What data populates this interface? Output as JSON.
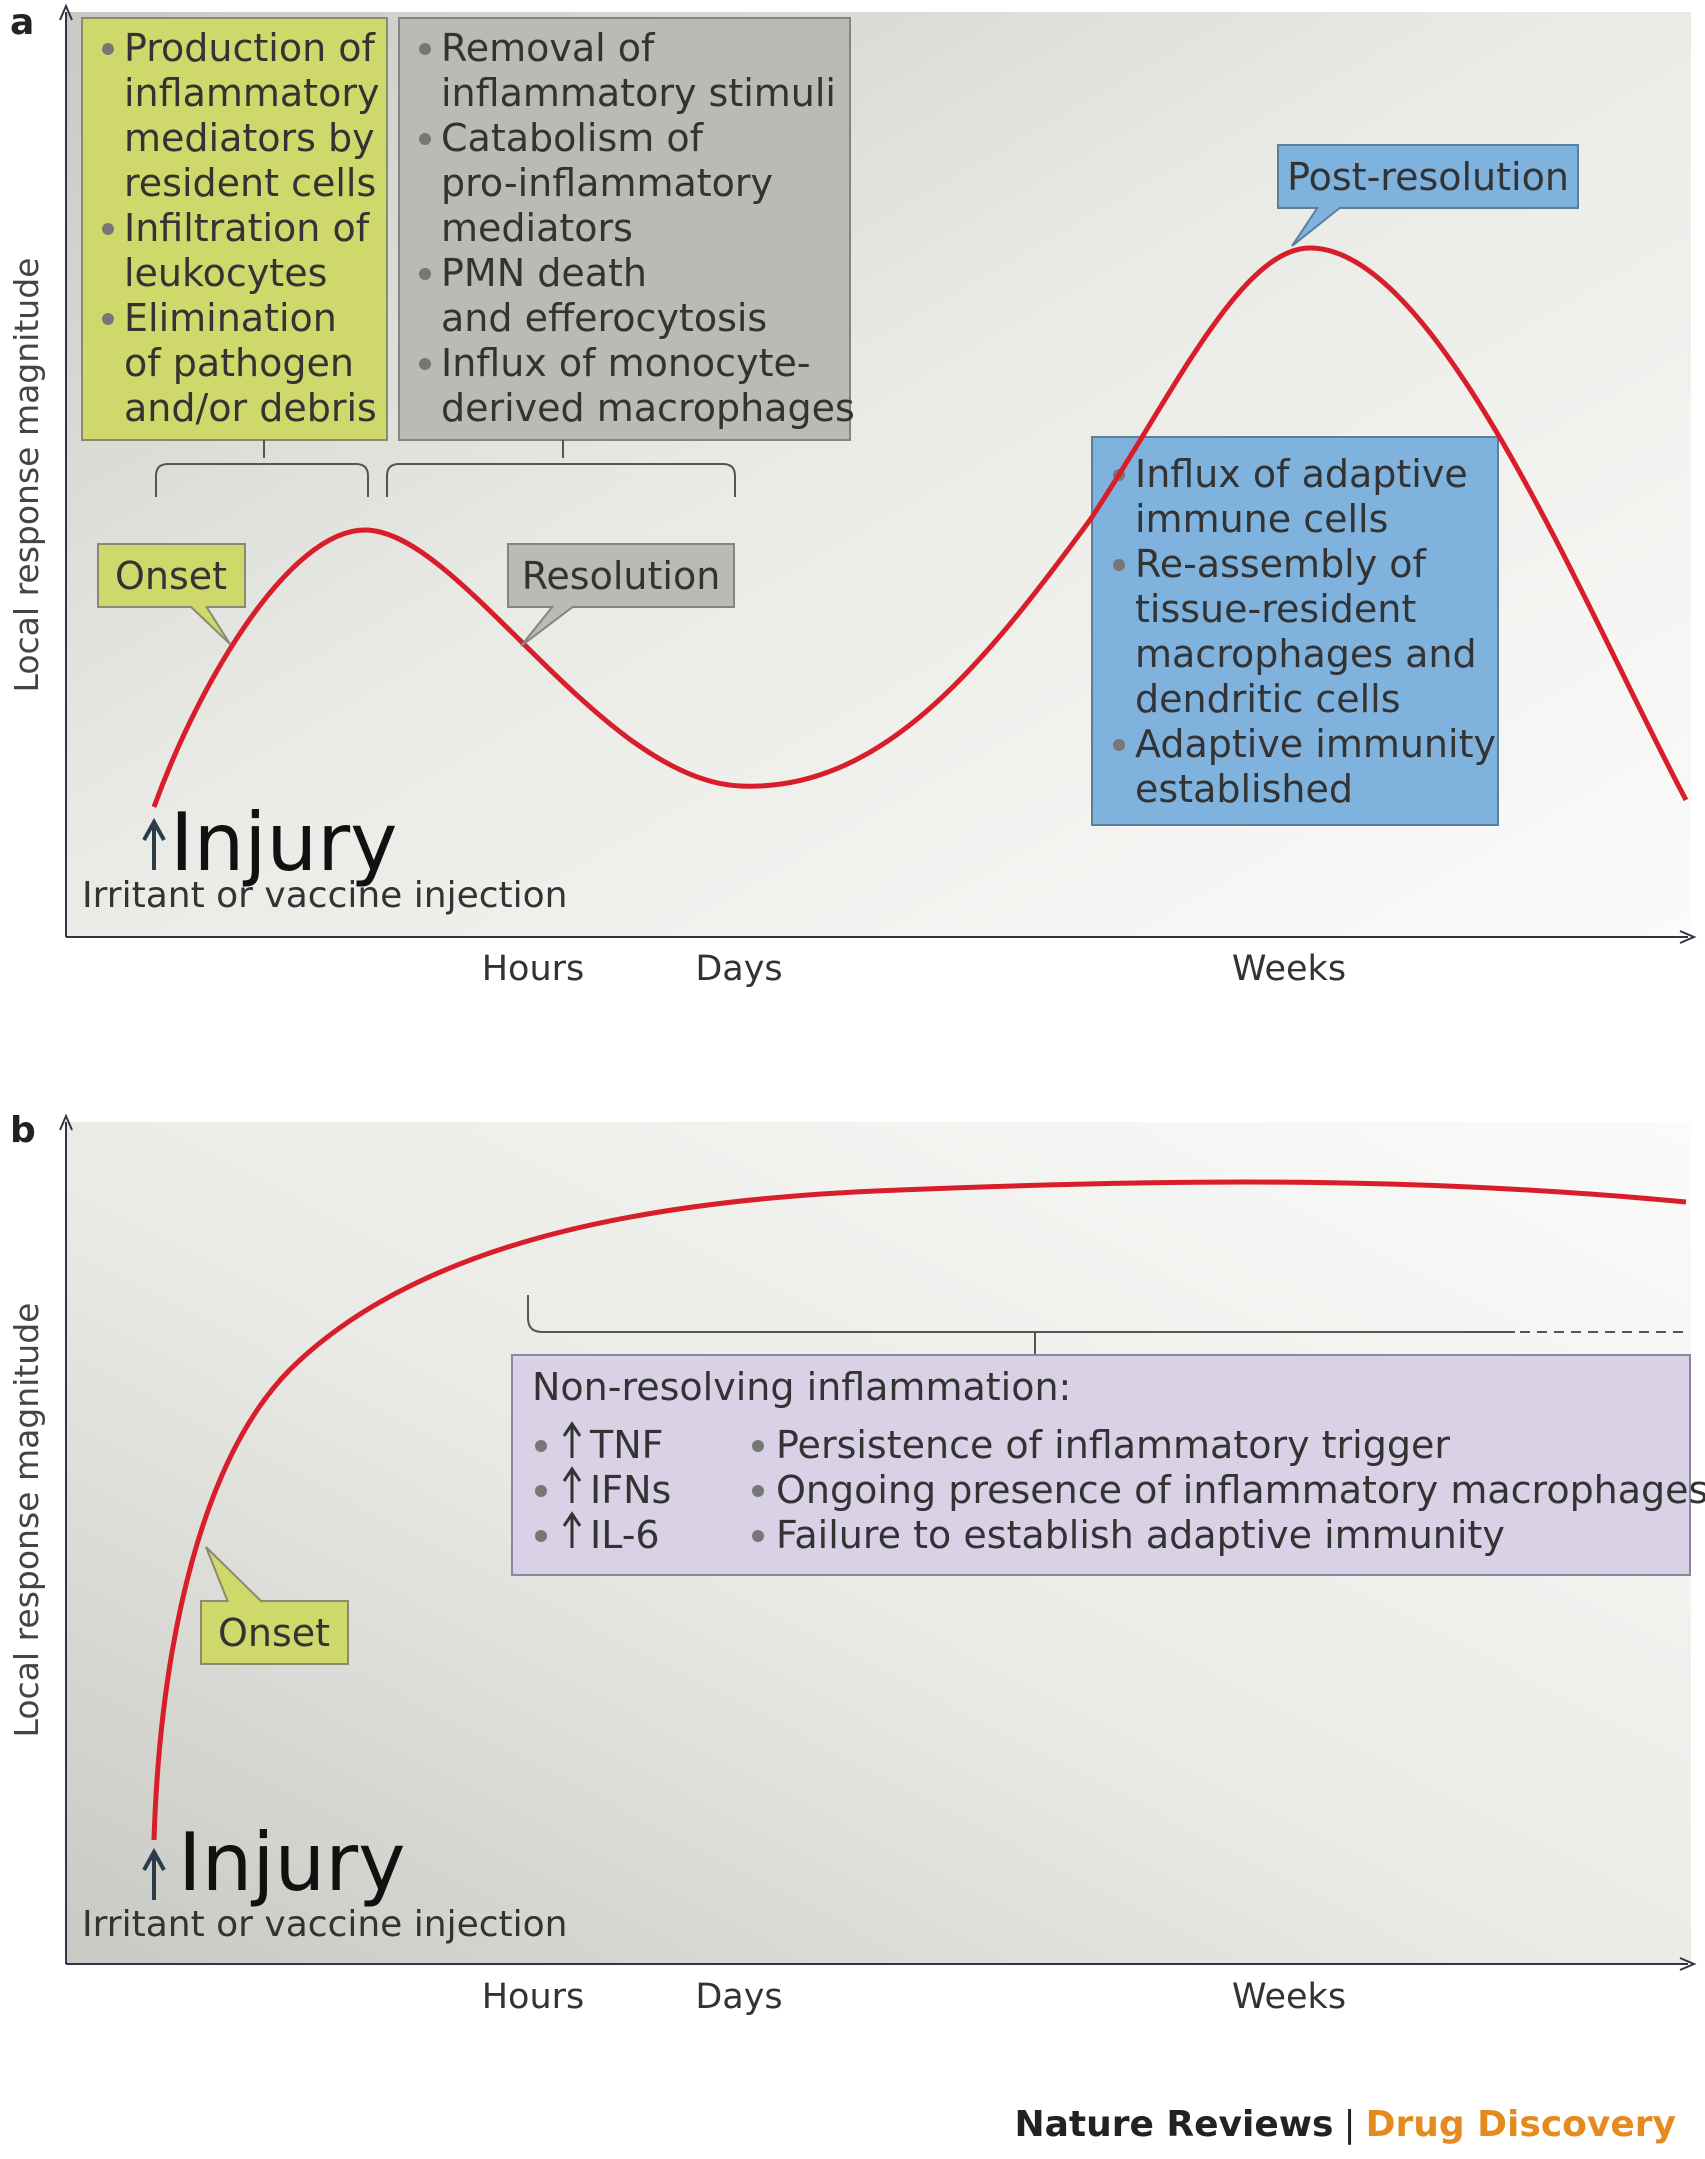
{
  "colors": {
    "curve": "#d81e2a",
    "green_box": "#cfd86a",
    "grey_box": "#bbbab4",
    "blue_box": "#7fb2dc",
    "purple_box": "#d9d1e6",
    "brand_orange": "#e58a1f"
  },
  "panel_a": {
    "letter": "a",
    "y_axis_label": "Local response magnitude",
    "x_ticks": [
      "Hours",
      "Days",
      "Weeks"
    ],
    "injury_label": "Injury",
    "injury_sub": "Irritant or vaccine injection",
    "onset_label": "Onset",
    "resolution_label": "Resolution",
    "post_resolution_label": "Post-resolution",
    "green_box_lines": [
      {
        "text": "Production of",
        "bullet": true
      },
      {
        "text": "inflammatory",
        "bullet": false
      },
      {
        "text": "mediators by",
        "bullet": false
      },
      {
        "text": "resident cells",
        "bullet": false
      },
      {
        "text": "Infiltration of",
        "bullet": true
      },
      {
        "text": "leukocytes",
        "bullet": false
      },
      {
        "text": "Elimination",
        "bullet": true
      },
      {
        "text": "of pathogen",
        "bullet": false
      },
      {
        "text": "and/or debris",
        "bullet": false
      }
    ],
    "grey_box_lines": [
      {
        "text": "Removal of",
        "bullet": true
      },
      {
        "text": "inflammatory stimuli",
        "bullet": false
      },
      {
        "text": "Catabolism of",
        "bullet": true
      },
      {
        "text": "pro-inflammatory",
        "bullet": false
      },
      {
        "text": "mediators",
        "bullet": false
      },
      {
        "text": "PMN death",
        "bullet": true
      },
      {
        "text": "and efferocytosis",
        "bullet": false
      },
      {
        "text": "Influx of monocyte-",
        "bullet": true
      },
      {
        "text": "derived macrophages",
        "bullet": false
      }
    ],
    "blue_box_lines": [
      {
        "text": "Influx of adaptive",
        "bullet": true
      },
      {
        "text": "immune cells",
        "bullet": false
      },
      {
        "text": "Re-assembly of",
        "bullet": true
      },
      {
        "text": "tissue-resident",
        "bullet": false
      },
      {
        "text": "macrophages and",
        "bullet": false
      },
      {
        "text": "dendritic cells",
        "bullet": false
      },
      {
        "text": "Adaptive immunity",
        "bullet": true
      },
      {
        "text": "established",
        "bullet": false
      }
    ]
  },
  "panel_b": {
    "letter": "b",
    "y_axis_label": "Local response magnitude",
    "x_ticks": [
      "Hours",
      "Days",
      "Weeks"
    ],
    "injury_label": "Injury",
    "injury_sub": "Irritant or vaccine injection",
    "onset_label": "Onset",
    "box_title": "Non-resolving inflammation:",
    "left_items": [
      "TNF",
      "IFNs",
      "IL-6"
    ],
    "right_items": [
      "Persistence of inflammatory trigger",
      "Ongoing presence of inflammatory macrophages",
      "Failure to establish adaptive immunity"
    ]
  },
  "footer": {
    "journal": "Nature Reviews",
    "separator": "|",
    "section": "Drug Discovery"
  }
}
